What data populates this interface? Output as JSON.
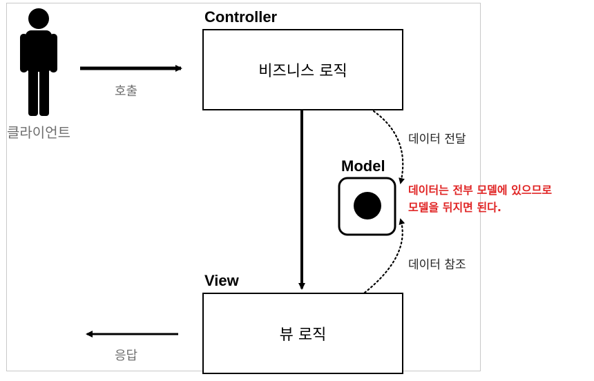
{
  "client": {
    "label": "클라이언트"
  },
  "call_label": "호출",
  "response_label": "응답",
  "controller": {
    "title": "Controller",
    "body": "비즈니스 로직"
  },
  "model": {
    "title": "Model"
  },
  "view": {
    "title": "View",
    "body": "뷰 로직"
  },
  "data_transfer_label": "데이터 전달",
  "data_reference_label": "데이터 참조",
  "note": {
    "line1": "데이터는 전부 모델에 있으므로",
    "line2": "모델을 뒤지면 된다."
  },
  "colors": {
    "note": "#e02424",
    "muted_label": "#6e6e6e",
    "stroke": "#000000"
  }
}
